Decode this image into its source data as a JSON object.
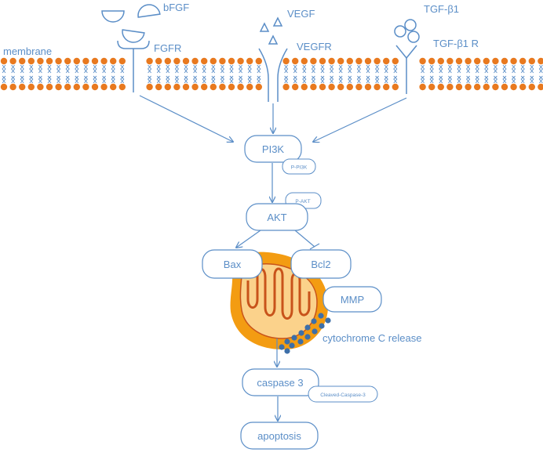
{
  "labels": {
    "membrane": "membrane",
    "bfgf": "bFGF",
    "fgfr": "FGFR",
    "vegf": "VEGF",
    "vegfr": "VEGFR",
    "tgfb1": "TGF-β1",
    "tgfb1r": "TGF-β1 R",
    "cytochrome": "cytochrome C release"
  },
  "nodes": {
    "pi3k": "PI3K",
    "p_pi3k": "P-PI3K",
    "akt": "AKT",
    "p_akt": "P-AKT",
    "bax": "Bax",
    "bcl2": "Bcl2",
    "mmp": "MMP",
    "caspase3": "caspase 3",
    "cleaved_caspase3": "Cleaved-Caspase-3",
    "apoptosis": "apoptosis"
  },
  "colors": {
    "line": "#5b8ec7",
    "text": "#5b8ec7",
    "lipid_head": "#e8791f",
    "mito_outer": "#f39c12",
    "mito_inner": "#fbd28b",
    "mito_cristae": "#c8531a",
    "cytochrome": "#3d6fa8"
  }
}
